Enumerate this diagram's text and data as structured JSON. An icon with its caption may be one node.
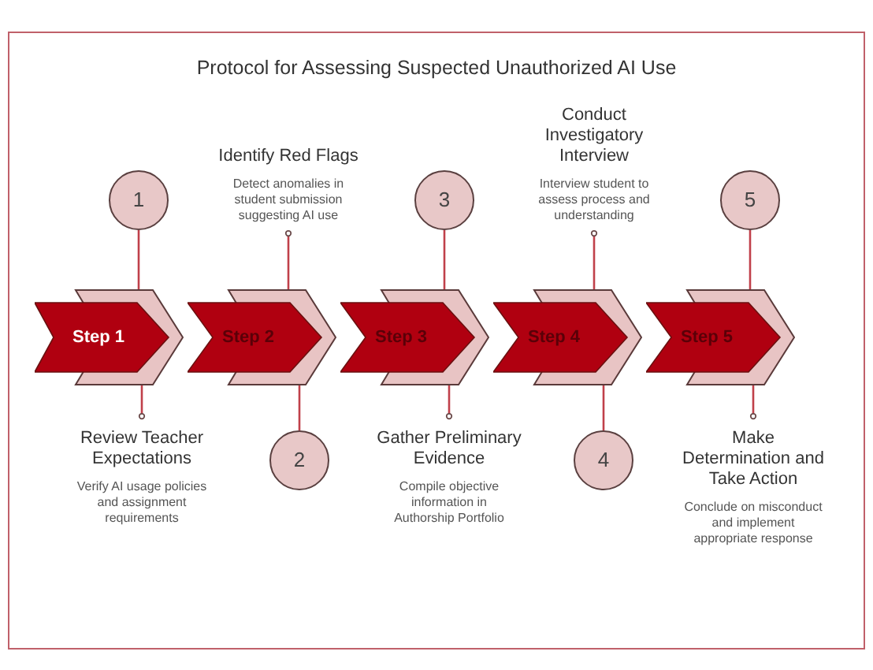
{
  "diagram": {
    "title": "Protocol for Assessing Suspected Unauthorized AI Use",
    "nodes": [
      {
        "text": [
          "Step 1"
        ]
      },
      {
        "text": [
          "Step 2"
        ]
      },
      {
        "text": [
          "Step 3"
        ]
      },
      {
        "text": [
          "Step 4"
        ]
      },
      {
        "text": [
          "Step 5"
        ]
      },
      {
        "text": [
          "1"
        ]
      },
      {
        "text": [
          "2"
        ]
      },
      {
        "text": [
          "3"
        ]
      },
      {
        "text": [
          "4"
        ]
      },
      {
        "text": [
          "5"
        ]
      },
      {
        "text": [
          "Review Teacher Expectations",
          "Verify AI usage policies and assignment requirements"
        ]
      },
      {
        "text": [
          "Identify Red Flags",
          "Detect anomalies in student submission suggesting AI use"
        ]
      },
      {
        "text": [
          "Gather Preliminary Evidence",
          "Compile objective information in Authorship Portfolio"
        ]
      },
      {
        "text": [
          "Conduct Investigatory Interview",
          "Interview student to assess process and understanding"
        ]
      },
      {
        "text": [
          "Make Determination and Take Action",
          "Conclude on misconduct and implement appropriate response"
        ]
      }
    ],
    "edges": [
      {
        "from": 5,
        "to": 0,
        "arrow": "none"
      },
      {
        "from": 6,
        "to": 1,
        "arrow": "none"
      },
      {
        "from": 7,
        "to": 2,
        "arrow": "none"
      },
      {
        "from": 8,
        "to": 3,
        "arrow": "none"
      },
      {
        "from": 9,
        "to": 4,
        "arrow": "none"
      },
      {
        "from": 10,
        "to": 0,
        "arrow": "other"
      },
      {
        "from": 11,
        "to": 1,
        "arrow": "other"
      },
      {
        "from": 12,
        "to": 2,
        "arrow": "other"
      },
      {
        "from": 13,
        "to": 3,
        "arrow": "other"
      },
      {
        "from": 14,
        "to": 4,
        "arrow": "other"
      }
    ]
  }
}
